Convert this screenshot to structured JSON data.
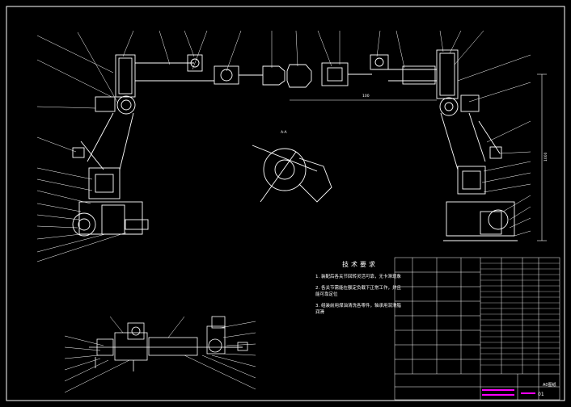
{
  "notes": {
    "title": "技术要求",
    "items": [
      "1. 装配后各关节回转灵活可靠，无卡滞现象",
      "2. 各关节需能在额定负载下正常工作，并且能可靠定位",
      "3. 组装前用煤油清洗各零件，轴承用润滑脂润滑"
    ]
  },
  "dims": {
    "horizontal": "100",
    "vertical": "1000"
  },
  "section_label": "A-A",
  "title_block": {
    "name": "A0图纸",
    "drawing_no": "01"
  },
  "colors": {
    "line": "#ffffff",
    "accent": "#ffff00",
    "magenta": "#ff00ff",
    "bg": "#000000"
  }
}
